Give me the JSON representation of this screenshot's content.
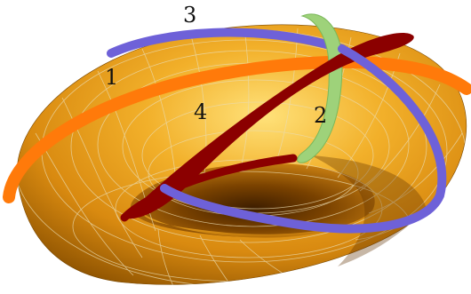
{
  "colors": {
    "torus_highlight": "#FFD24A",
    "torus_mid": "#E39A12",
    "torus_shadow": "#9A5A00",
    "torus_dark": "#5E3000",
    "mesh_lines": "#E8D9B0",
    "curve_1": "#FF7A0A",
    "curve_2": "#9ED27A",
    "curve_3": "#6E61D8",
    "curve_4": "#8B0000"
  },
  "curves": [
    {
      "label": "1",
      "color_key": "curve_1"
    },
    {
      "label": "2",
      "color_key": "curve_2"
    },
    {
      "label": "3",
      "color_key": "curve_3"
    },
    {
      "label": "4",
      "color_key": "curve_4"
    }
  ]
}
